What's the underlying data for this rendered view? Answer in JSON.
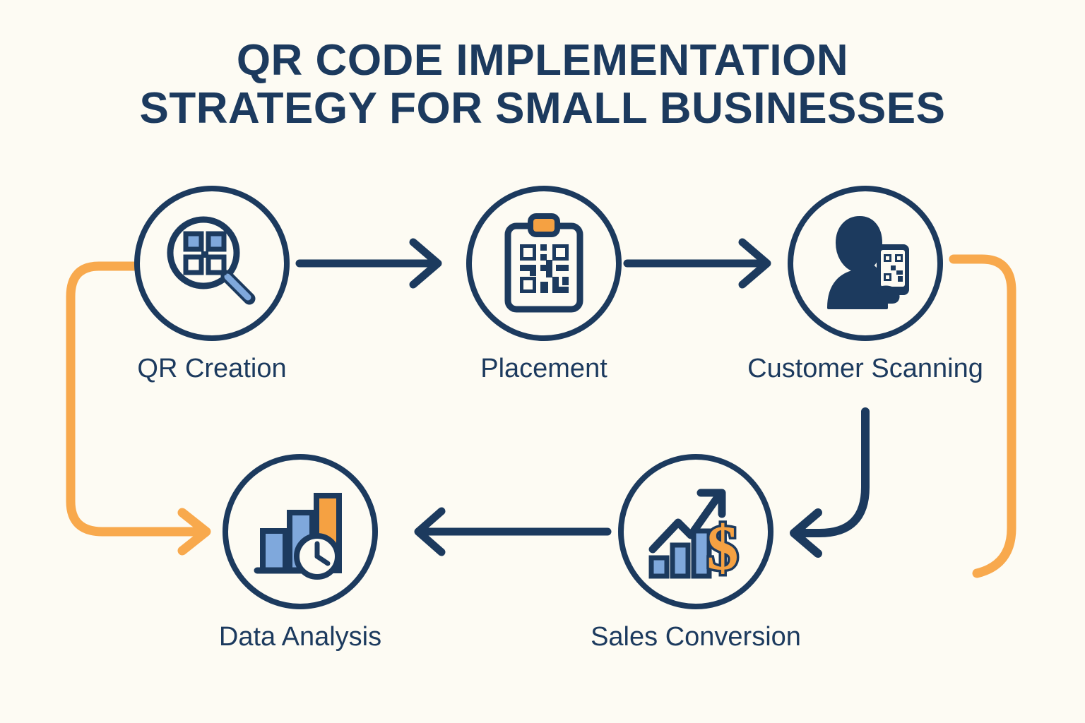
{
  "page": {
    "background_color": "#FDFBF3",
    "navy": "#1C3A5E",
    "orange": "#F5A142",
    "light_blue": "#7FA8DC"
  },
  "title": {
    "line1": "QR CODE IMPLEMENTATION",
    "line2": "STRATEGY FOR SMALL BUSINESSES",
    "color": "#1C3A5E"
  },
  "chart_data": {
    "type": "diagram",
    "title": "QR Code Implementation Strategy for Small Businesses",
    "layout": "cyclical process flow, 5 stages, 3 on top row and 2 on bottom row",
    "nodes": [
      {
        "id": "qr-creation",
        "label": "QR Creation",
        "icon": "magnifier-qr-icon",
        "row": 1,
        "order": 1
      },
      {
        "id": "placement",
        "label": "Placement",
        "icon": "clipboard-qr-icon",
        "row": 1,
        "order": 2
      },
      {
        "id": "customer-scanning",
        "label": "Customer Scanning",
        "icon": "person-phone-scan-icon",
        "row": 1,
        "order": 3
      },
      {
        "id": "sales-conversion",
        "label": "Sales Conversion",
        "icon": "growth-dollar-icon",
        "row": 2,
        "order": 4
      },
      {
        "id": "data-analysis",
        "label": "Data Analysis",
        "icon": "bar-chart-clock-icon",
        "row": 2,
        "order": 5
      }
    ],
    "edges": [
      {
        "from": "qr-creation",
        "to": "placement",
        "style": "straight-arrow",
        "color": "#1C3A5E",
        "direction": "right"
      },
      {
        "from": "placement",
        "to": "customer-scanning",
        "style": "straight-arrow",
        "color": "#1C3A5E",
        "direction": "right"
      },
      {
        "from": "customer-scanning",
        "to": "sales-conversion",
        "style": "curved-arrow",
        "color": "#1C3A5E",
        "direction": "down-left"
      },
      {
        "from": "sales-conversion",
        "to": "data-analysis",
        "style": "straight-arrow",
        "color": "#1C3A5E",
        "direction": "left"
      },
      {
        "from": "qr-creation",
        "to": "data-analysis",
        "style": "curved-feedback",
        "color": "#F5A142",
        "direction": "down-right"
      },
      {
        "from": "customer-scanning",
        "to": "loop-return",
        "style": "curved-feedback",
        "color": "#F5A142",
        "direction": "down-left"
      }
    ],
    "icon_details": {
      "magnifier-qr-icon": "magnifying glass over a four-module QR code, light blue lens handle",
      "clipboard-qr-icon": "clipboard with orange clip holding a QR code sheet",
      "person-phone-scan-icon": "person silhouette holding a smartphone displaying a QR code",
      "growth-dollar-icon": "rising arrow over ascending bars with an orange dollar sign",
      "bar-chart-clock-icon": "three bars (two blue, one orange) with a clock overlay"
    }
  },
  "nodes": {
    "qr_creation": {
      "label": "QR Creation"
    },
    "placement": {
      "label": "Placement"
    },
    "customer_scanning": {
      "label": "Customer Scanning"
    },
    "sales_conversion": {
      "label": "Sales Conversion"
    },
    "data_analysis": {
      "label": "Data Analysis"
    }
  }
}
